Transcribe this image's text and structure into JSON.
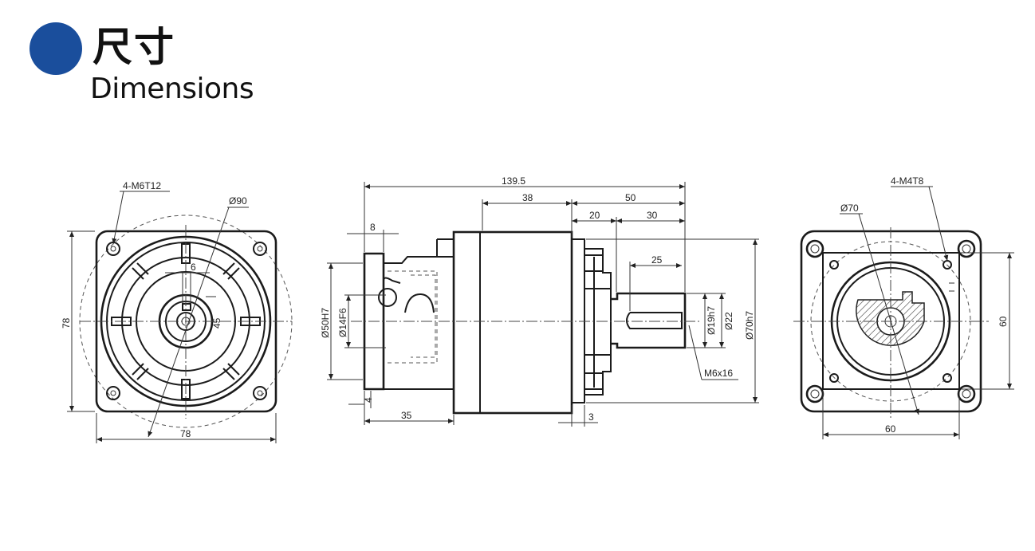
{
  "header": {
    "title_cn": "尺寸",
    "title_en": "Dimensions",
    "accent_color": "#1a4e9c"
  },
  "front_view": {
    "hole_callout": "4-M6T12",
    "circle_diameter": "Ø90",
    "key_width": "6",
    "shaft_size": "45",
    "height": "78",
    "width": "78"
  },
  "side_view": {
    "overall_length": "139.5",
    "body_length": "38",
    "output_length": "50",
    "neck_length": "20",
    "shaft_offset": "30",
    "key_length": "25",
    "flange_thickness": "8",
    "input_length": "35",
    "input_spigot": "4",
    "shoulder": "3",
    "input_pilot": "Ø50H7",
    "input_bore": "Ø14F6",
    "output_shaft": "Ø19h7",
    "output_shoulder": "Ø22",
    "output_pilot": "Ø70h7",
    "tap_callout": "M6x16"
  },
  "rear_view": {
    "hole_callout": "4-M4T8",
    "circle_diameter": "Ø70",
    "height": "60",
    "width": "60"
  }
}
